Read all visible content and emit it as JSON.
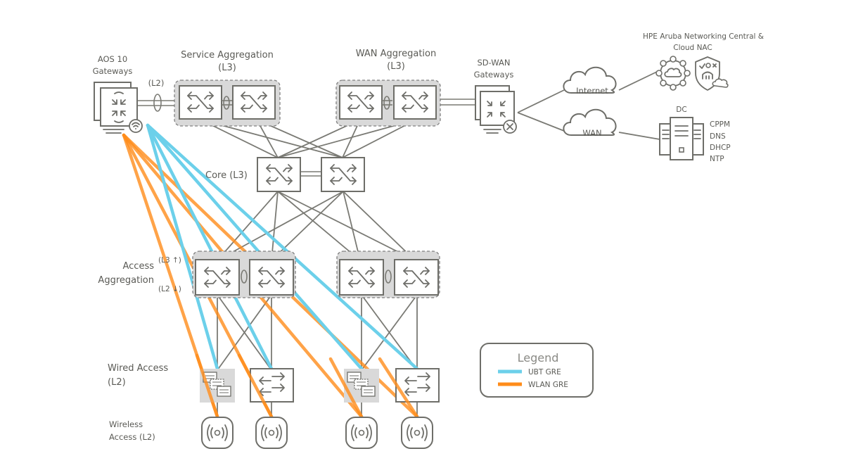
{
  "labels": {
    "aos_gateways": [
      "AOS 10",
      "Gateways"
    ],
    "l2_link": "(L2)",
    "service_aggregation": [
      "Service Aggregation",
      "(L3)"
    ],
    "wan_aggregation": [
      "WAN Aggregation",
      "(L3)"
    ],
    "sdwan_gateways": [
      "SD-WAN",
      "Gateways"
    ],
    "central": [
      "HPE Aruba Networking  Central &",
      "Cloud NAC"
    ],
    "internet": "Internet",
    "wan": "WAN",
    "dc": "DC",
    "dc_services": [
      "CPPM",
      "DNS",
      "DHCP",
      "NTP"
    ],
    "core": "Core (L3)",
    "access_aggregation": [
      "Access",
      "Aggregation"
    ],
    "l3_up": "(L3 ↑)",
    "l2_down": "(L2 ↓)",
    "wired_access": [
      "Wired Access",
      "(L2)"
    ],
    "wireless_access": [
      "Wireless",
      "Access (L2)"
    ]
  },
  "legend": {
    "title": "Legend",
    "items": [
      {
        "label": "UBT GRE",
        "color": "#6cd0ea"
      },
      {
        "label": "WLAN GRE",
        "color": "#ff8c1a"
      }
    ]
  },
  "colors": {
    "ubt_gre": "#6cd0ea",
    "wlan_gre": "#ff8c1a",
    "device_stroke": "#6e6e69",
    "group_fill": "#d9d9d9"
  },
  "icons": {
    "aos_gateway": "gateway-wireless-icon",
    "switch": "l3-switch-icon",
    "sdwan_gateway": "sdwan-gateway-icon",
    "cloud": "cloud-icon",
    "central": "central-cloud-icon",
    "cloud_nac": "shield-nac-icon",
    "dc_server": "server-icon",
    "access_switch": "l2-switch-icon",
    "switch_stack": "switch-stack-icon",
    "access_point": "access-point-icon"
  }
}
